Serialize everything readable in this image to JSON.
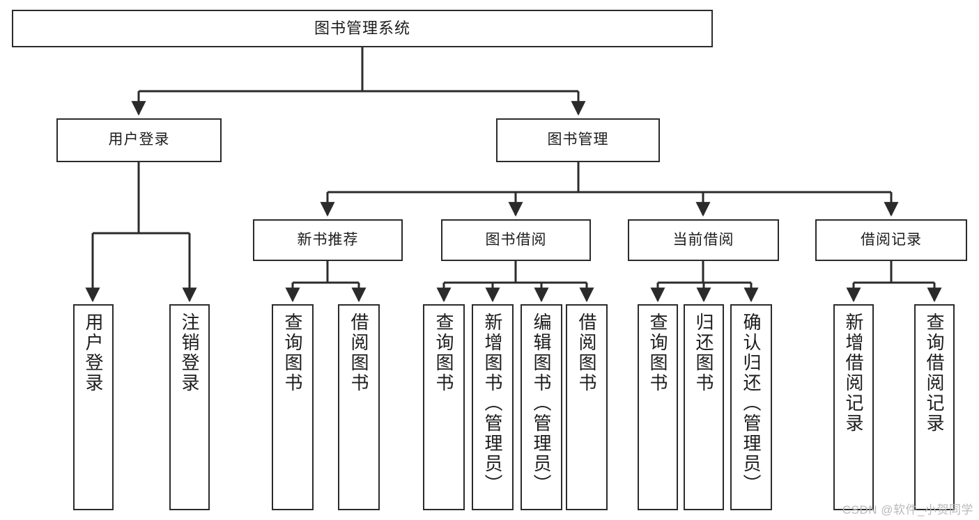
{
  "diagram": {
    "title": "图书管理系统",
    "type": "tree-hierarchy-diagram",
    "root": {
      "label": "图书管理系统"
    },
    "level2": [
      {
        "label": "用户登录"
      },
      {
        "label": "图书管理"
      }
    ],
    "level3": [
      {
        "label": "新书推荐"
      },
      {
        "label": "图书借阅"
      },
      {
        "label": "当前借阅"
      },
      {
        "label": "借阅记录"
      }
    ],
    "leaves": {
      "user_login": [
        {
          "label": "用户登录"
        },
        {
          "label": "注销登录"
        }
      ],
      "new_book_recommend": [
        {
          "label": "查询图书"
        },
        {
          "label": "借阅图书"
        }
      ],
      "book_borrow": [
        {
          "label": "查询图书"
        },
        {
          "label": "新增图书（管理员）"
        },
        {
          "label": "编辑图书（管理员）"
        },
        {
          "label": "借阅图书"
        }
      ],
      "current_borrow": [
        {
          "label": "查询图书"
        },
        {
          "label": "归还图书"
        },
        {
          "label": "确认归还（管理员）"
        }
      ],
      "borrow_record": [
        {
          "label": "新增借阅记录"
        },
        {
          "label": "查询借阅记录"
        }
      ]
    },
    "watermark": "CSDN @软件_小贺同学",
    "colors": {
      "stroke": "#2b2b2b",
      "background": "#ffffff",
      "text": "#1c1c1c",
      "watermark": "#b9b9b9"
    }
  }
}
